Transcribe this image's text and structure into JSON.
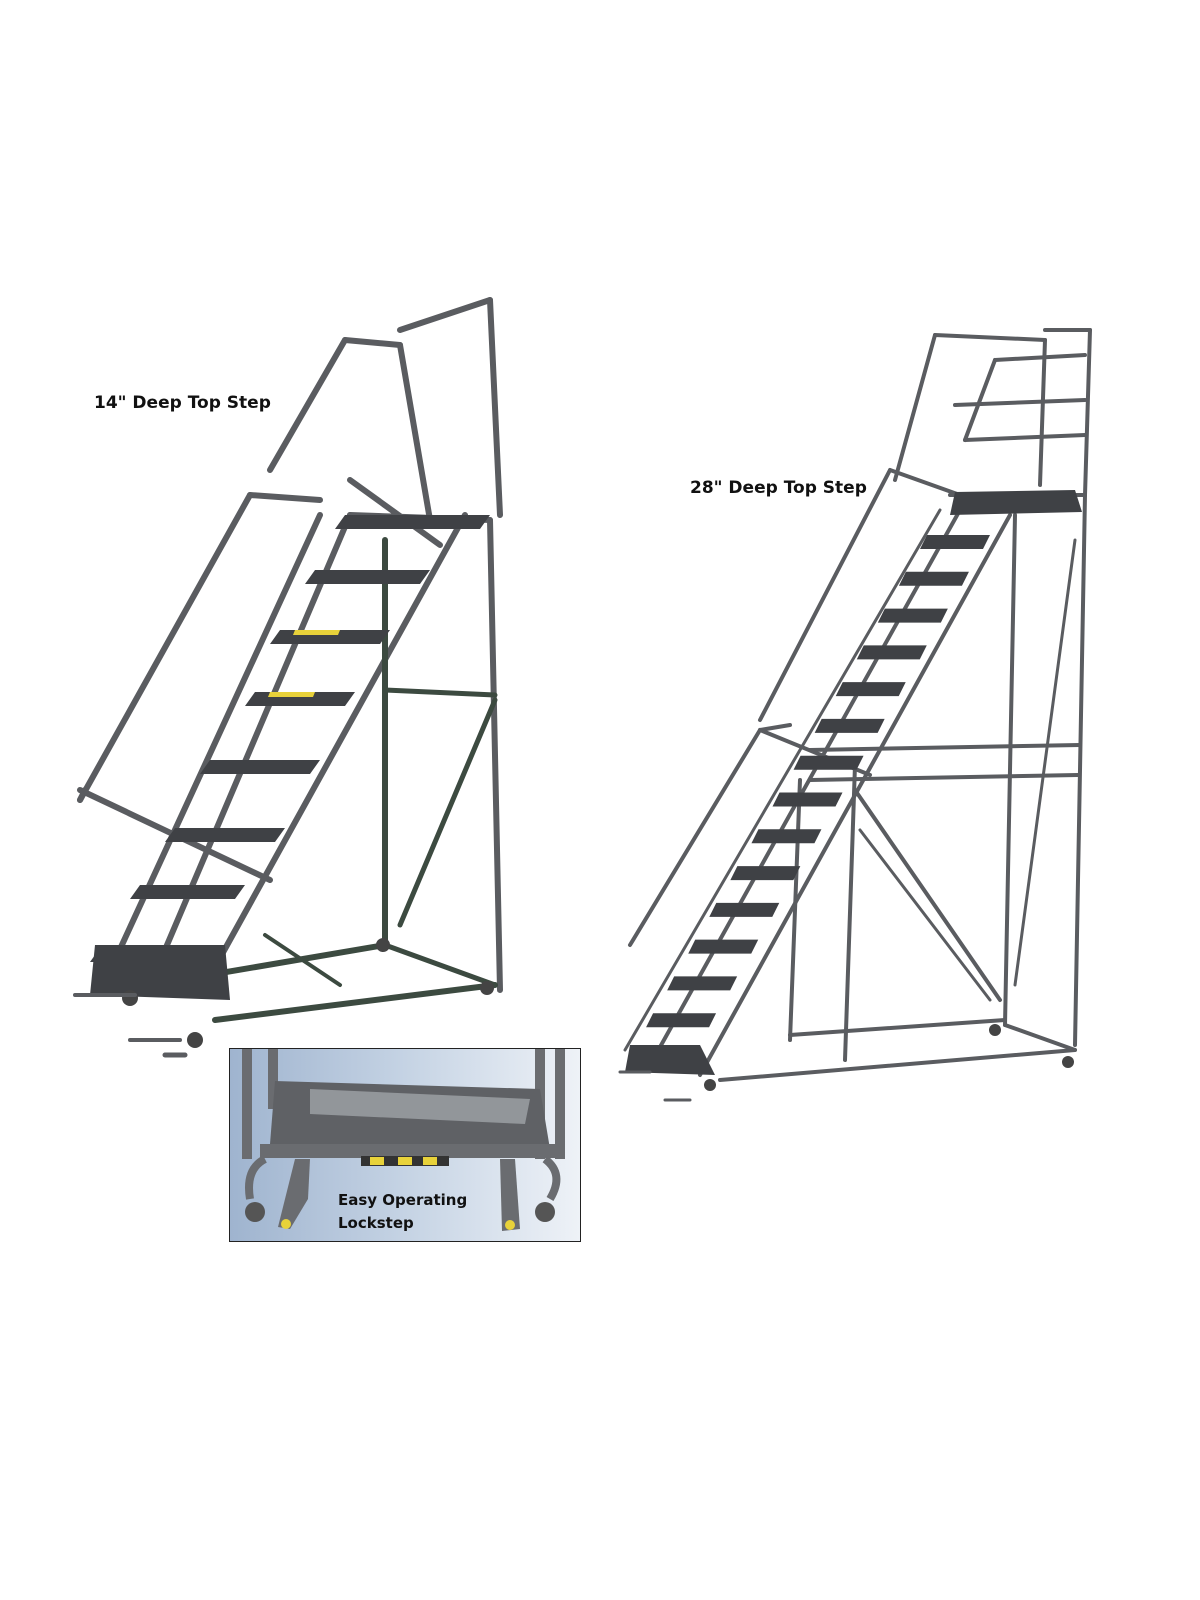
{
  "labels": {
    "left_ladder": "14\" Deep Top Step",
    "right_ladder": "28\" Deep Top Step",
    "inset_caption_line1": "Easy Operating",
    "inset_caption_line2": "Lockstep"
  },
  "colors": {
    "ladder_gray": "#5a5c60",
    "step_dark": "#3f4145",
    "safety_yellow": "#e8d23a",
    "inset_bg": "#b8c8dc"
  }
}
